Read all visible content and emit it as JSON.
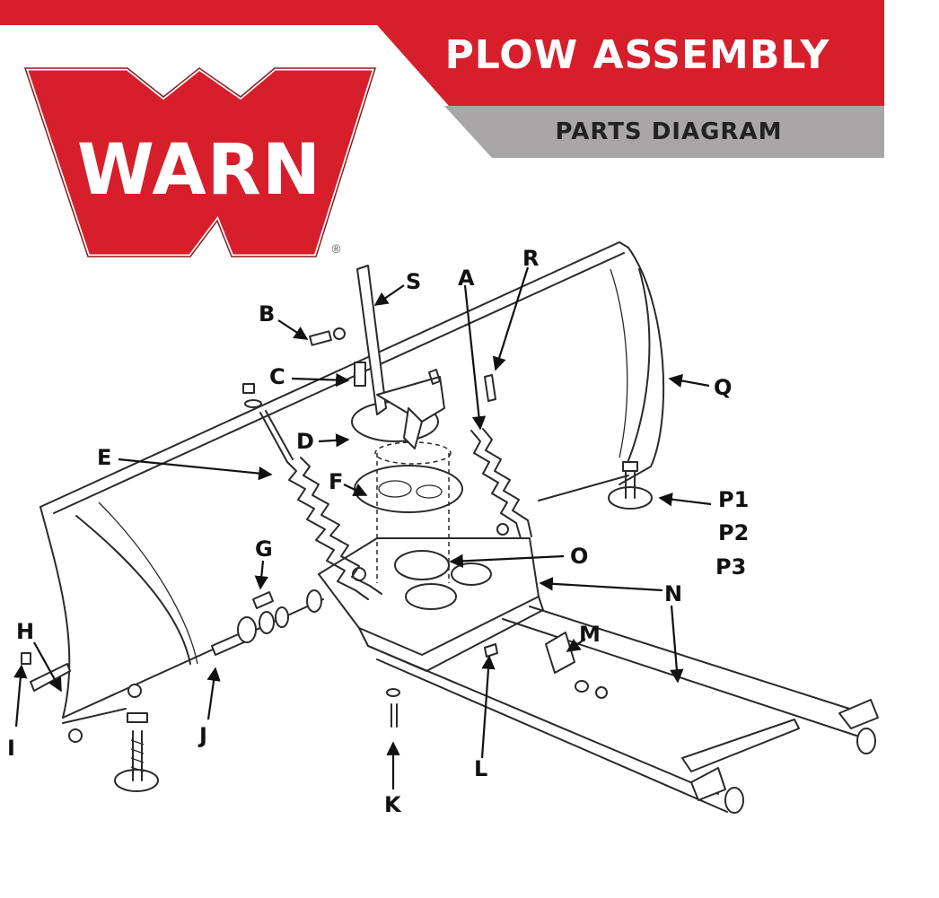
{
  "header": {
    "title": "PLOW ASSEMBLY",
    "subtitle": "PARTS DIAGRAM"
  },
  "logo": {
    "text": "WARN",
    "registered_mark": "®"
  },
  "colors": {
    "brand_red": "#d71f2b",
    "banner_gray": "#a8a6a6",
    "line": "#2a2a2a"
  },
  "callouts": {
    "A": "A",
    "B": "B",
    "C": "C",
    "D": "D",
    "E": "E",
    "F": "F",
    "G": "G",
    "H": "H",
    "I": "I",
    "J": "J",
    "K": "K",
    "L": "L",
    "M": "M",
    "N": "N",
    "O": "O",
    "P1": "P1",
    "P2": "P2",
    "P3": "P3",
    "Q": "Q",
    "R": "R",
    "S": "S"
  }
}
